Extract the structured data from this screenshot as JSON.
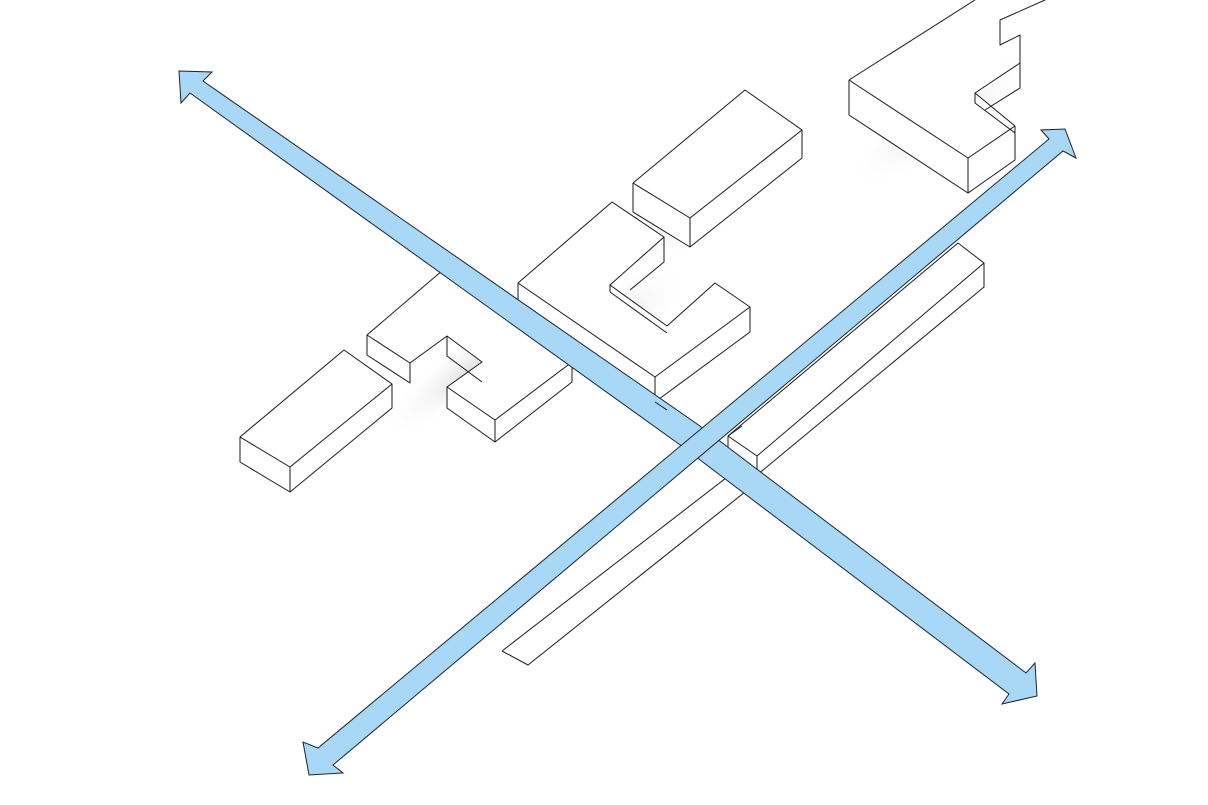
{
  "diagram": {
    "kind": "isometric massing diagram",
    "colors": {
      "background": "#ffffff",
      "arrow_fill": "#a8d8f5",
      "arrow_stroke": "#1a2430",
      "building_fill": "#ffffff",
      "building_stroke": "#1a1a1a",
      "shadow": "#bfbfbf"
    },
    "arrows": [
      {
        "name": "axis-northwest-southeast",
        "heads": "both"
      },
      {
        "name": "axis-southwest-northeast",
        "heads": "both"
      }
    ],
    "buildings_count": 9,
    "labels": []
  }
}
